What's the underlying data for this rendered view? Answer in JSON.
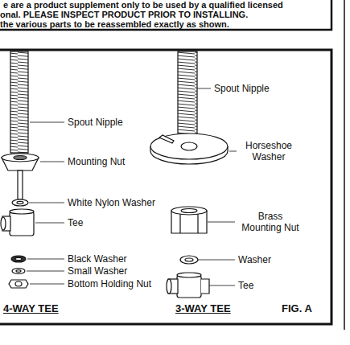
{
  "diagram": {
    "labels": [
      "e are a product supplement only to be used by a qualified licensed",
      "onal. PLEASE INSPECT PRODUCT PRIOR TO INSTALLING.",
      "the various parts to be reassembled exactly as shown.",
      "Spout Nipple",
      "Mounting Nut",
      "White Nylon Washer",
      "Tee",
      "Black Washer",
      "Small Washer",
      "Bottom Holding Nut",
      "Spout Nipple",
      "Horseshoe Washer",
      "Brass Mounting Nut",
      "Washer",
      "Tee",
      "4-WAY TEE",
      "3-WAY TEE",
      "FIG. A"
    ]
  }
}
